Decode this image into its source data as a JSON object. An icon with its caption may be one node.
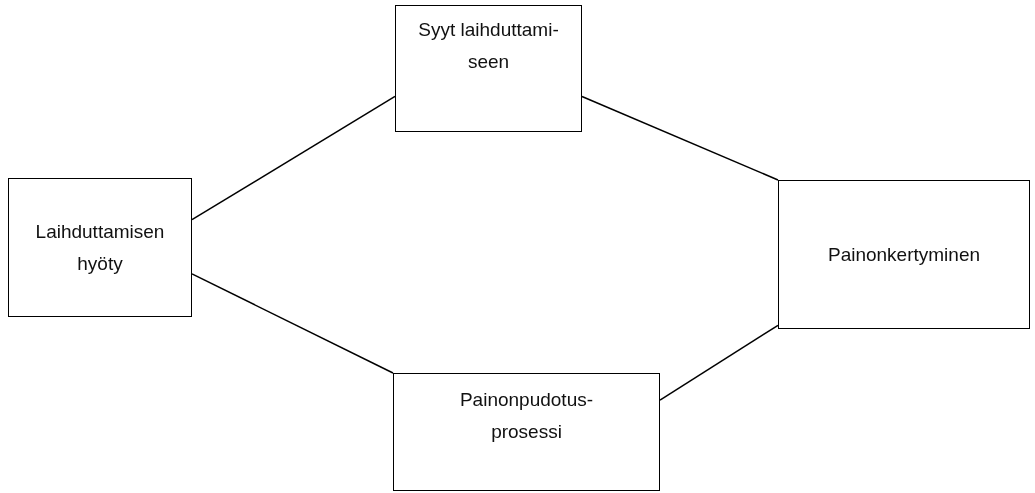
{
  "diagram": {
    "nodes": [
      {
        "text": [
          "Syyt laihduttami- seen"
        ]
      },
      {
        "text": [
          "Laihduttamisen hyöty"
        ]
      },
      {
        "text": [
          "Painonkertyminen"
        ]
      },
      {
        "text": [
          "Painonpudotus- prosessi"
        ]
      }
    ],
    "edges": [
      {
        "from": 0,
        "to": 1,
        "arrow": "none"
      },
      {
        "from": 0,
        "to": 2,
        "arrow": "none"
      },
      {
        "from": 1,
        "to": 3,
        "arrow": "none"
      },
      {
        "from": 2,
        "to": 3,
        "arrow": "none"
      }
    ]
  }
}
